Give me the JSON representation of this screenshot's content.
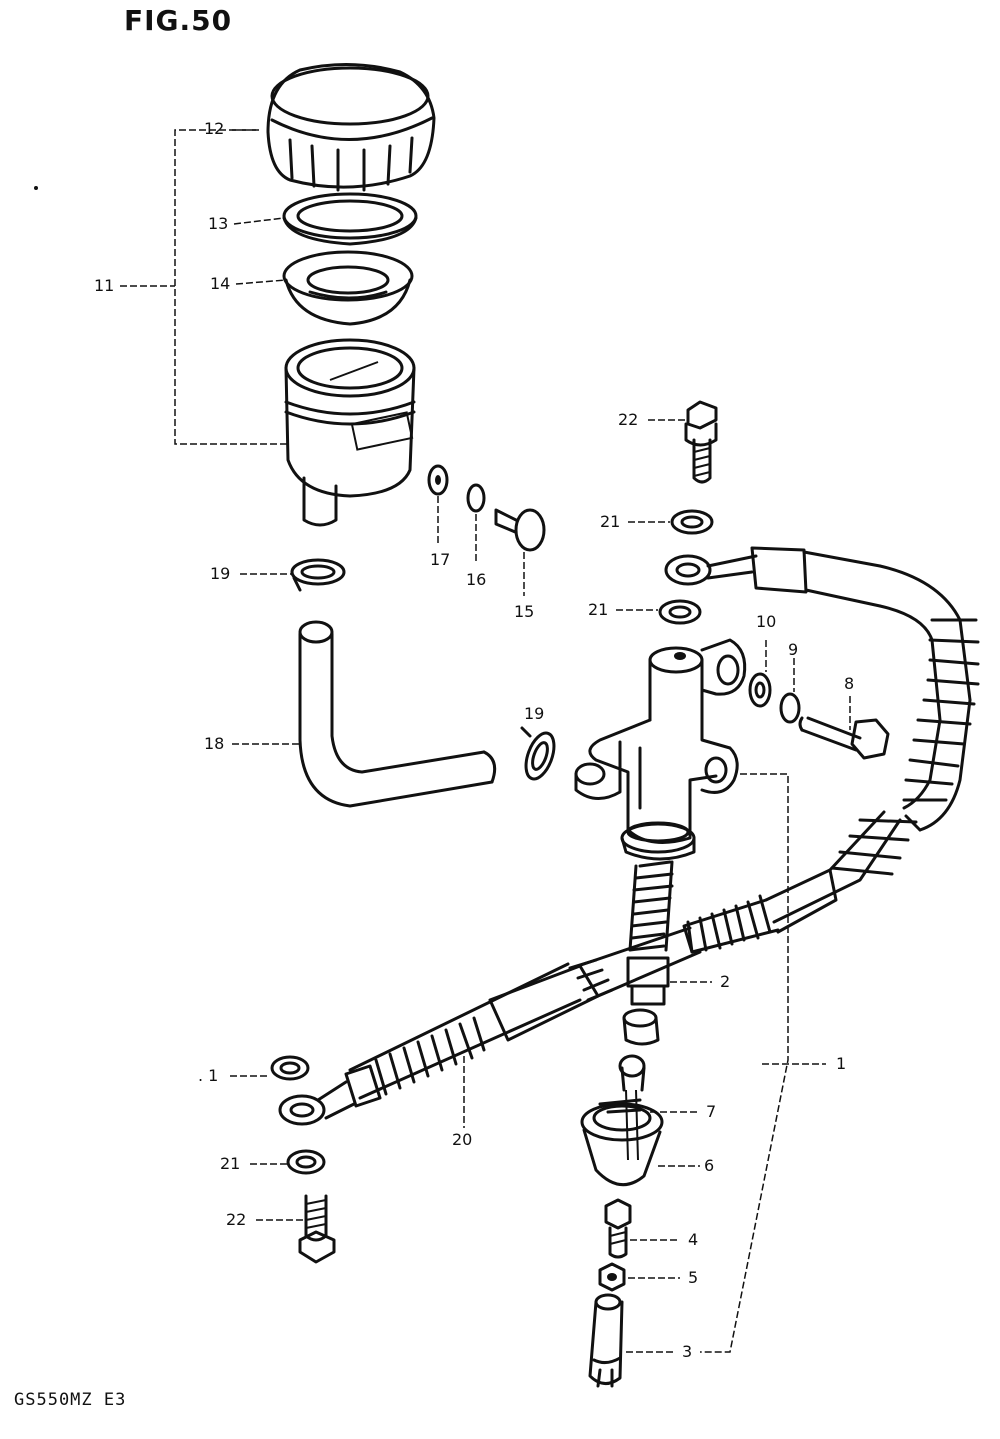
{
  "figure": {
    "title": "FIG.50",
    "model_code": "GS550MZ E3"
  },
  "labels": {
    "l1": "1",
    "l2": "2",
    "l3": "3",
    "l4": "4",
    "l5": "5",
    "l6": "6",
    "l7": "7",
    "l8": "8",
    "l9": "9",
    "l10": "10",
    "l11": "11",
    "l12": "12",
    "l13": "13",
    "l14": "14",
    "l15": "15",
    "l16": "16",
    "l17": "17",
    "l18": "18",
    "l19a": "19",
    "l19b": "19",
    "l20": "20",
    "l21a": "21",
    "l21b": "21",
    "l21c": ". 1",
    "l21d": "21",
    "l22a": "22",
    "l22b": "22"
  }
}
